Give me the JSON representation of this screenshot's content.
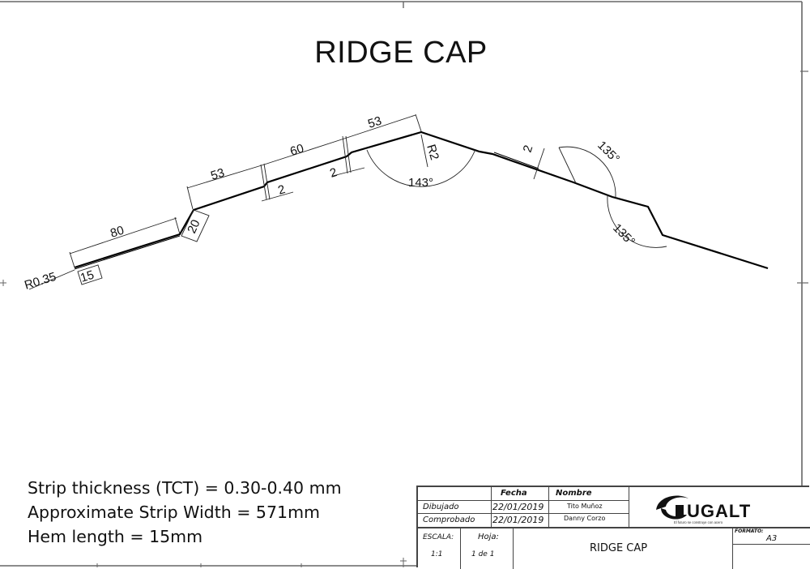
{
  "drawing": {
    "title": "RIDGE CAP",
    "dimensions": {
      "hem_radius": "R0.35",
      "hem_length": "15",
      "seg1": "80",
      "step1": "20",
      "seg2": "53",
      "step2a": "2",
      "seg3": "60",
      "step2b": "2",
      "seg4": "53",
      "ridge_radius": "R2",
      "ridge_angle": "143°",
      "right_step": "2",
      "angle_upper": "135°",
      "angle_lower": "135°"
    }
  },
  "notes": [
    "Strip thickness (TCT) = 0.30-0.40 mm",
    "Approximate Strip Width = 571mm",
    "Hem length = 15mm"
  ],
  "title_block": {
    "header_fecha": "Fecha",
    "header_nombre": "Nombre",
    "row_drawn_label": "Dibujado",
    "row_drawn_date": "22/01/2019",
    "row_drawn_name": "Tito Muñoz",
    "row_checked_label": "Comprobado",
    "row_checked_date": "22/01/2019",
    "row_checked_name": "Danny Corzo",
    "scale_label": "ESCALA:",
    "scale_value": "1:1",
    "sheet_label": "Hoja:",
    "sheet_value": "1 de 1",
    "part_name": "RIDGE CAP",
    "format_label": "FORMATO:",
    "format_value": "A3",
    "company_logo_text": "UGALT",
    "company_tagline": "El futuro se construye con acero"
  },
  "colors": {
    "line": "#000000",
    "dimension": "#222222",
    "border": "#555555"
  }
}
